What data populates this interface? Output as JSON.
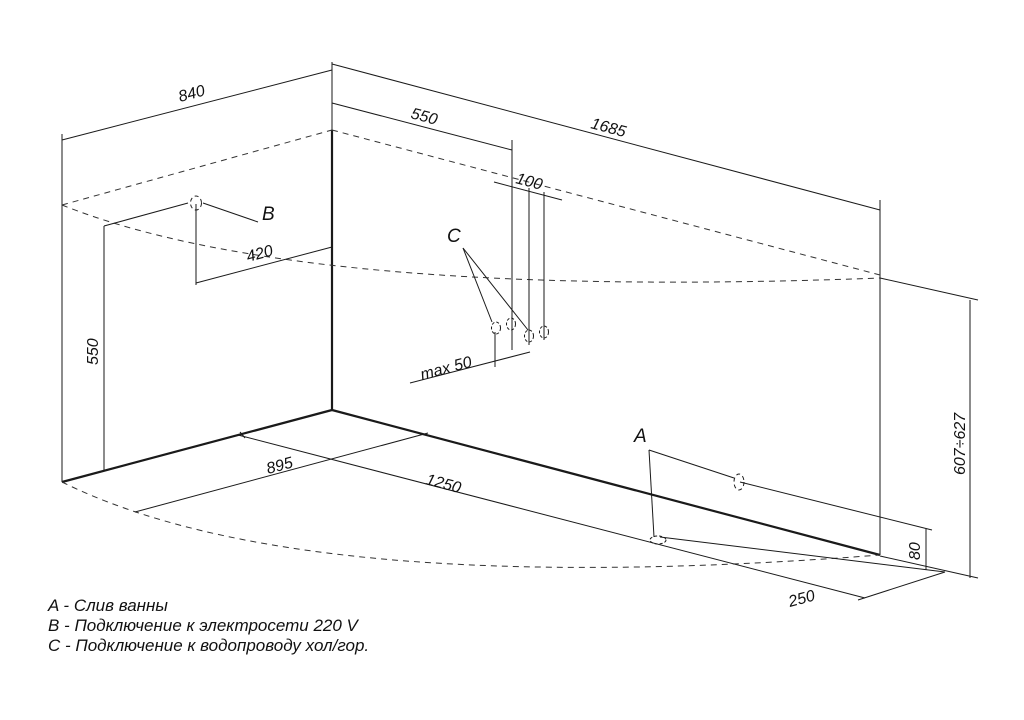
{
  "dimensions": {
    "d840": "840",
    "d1685": "1685",
    "d550_top": "550",
    "d100": "100",
    "d420": "420",
    "d550_side": "550",
    "dmax50": "max 50",
    "d895": "895",
    "d1250": "1250",
    "d607": "607÷627",
    "d80": "80",
    "d250": "250"
  },
  "markers": {
    "a": "A",
    "b": "B",
    "c": "C"
  },
  "legend": [
    "A - Слив ванны",
    "B - Подключение к электросети 220 V",
    "C - Подключение к водопроводу хол/гор."
  ]
}
